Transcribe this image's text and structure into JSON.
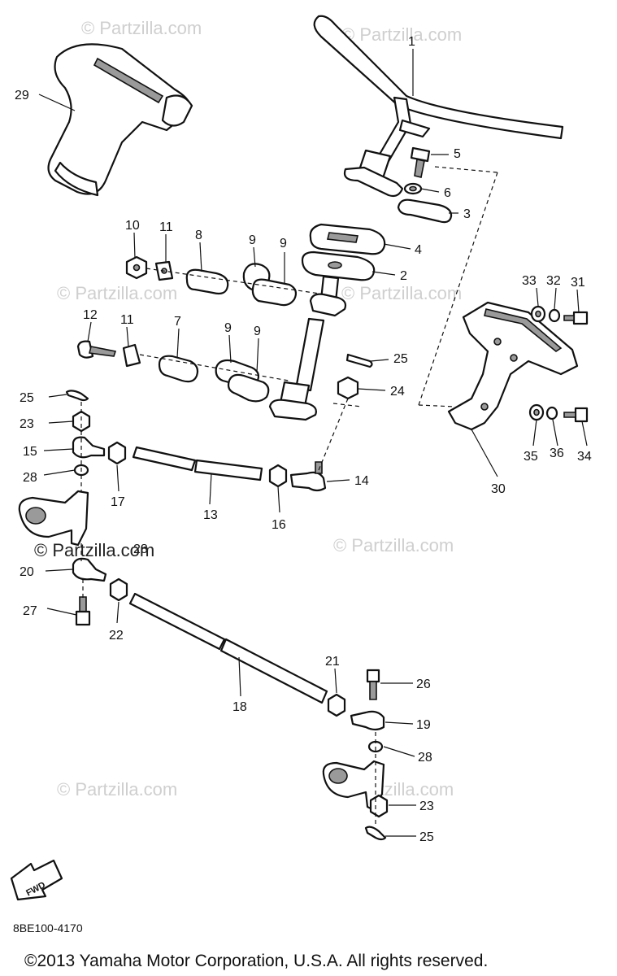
{
  "watermark_text": "© Partzilla.com",
  "watermark_large": "© Partzilla.com",
  "diagram_code": "8BE100-4170",
  "copyright": "©2013 Yamaha Motor Corporation, U.S.A. All rights reserved.",
  "fwd_label": "FWD",
  "callouts": {
    "c1": "1",
    "c2": "2",
    "c3": "3",
    "c4": "4",
    "c5": "5",
    "c6": "6",
    "c7": "7",
    "c8": "8",
    "c9": "9",
    "c10": "10",
    "c11": "11",
    "c12": "12",
    "c13": "13",
    "c14": "14",
    "c15": "15",
    "c16": "16",
    "c17": "17",
    "c18": "18",
    "c19": "19",
    "c20": "20",
    "c21": "21",
    "c22": "22",
    "c23": "23",
    "c24": "24",
    "c25": "25",
    "c26": "26",
    "c27": "27",
    "c28": "28",
    "c29": "29",
    "c30": "30",
    "c31": "31",
    "c32": "32",
    "c33": "33",
    "c34": "34",
    "c35": "35",
    "c36": "36"
  }
}
